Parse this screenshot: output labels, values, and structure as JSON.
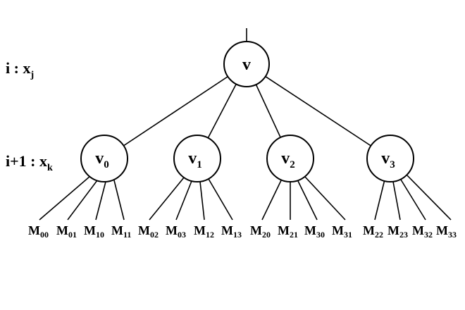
{
  "levels": [
    {
      "label": "i : x",
      "sub": "j"
    },
    {
      "label": "i+1 : x",
      "sub": "k"
    }
  ],
  "root": {
    "label": "v"
  },
  "children": [
    {
      "label": "v",
      "sub": "0",
      "leaves": [
        {
          "label": "M",
          "sub": "00"
        },
        {
          "label": "M",
          "sub": "01"
        },
        {
          "label": "M",
          "sub": "10"
        },
        {
          "label": "M",
          "sub": "11"
        }
      ]
    },
    {
      "label": "v",
      "sub": "1",
      "leaves": [
        {
          "label": "M",
          "sub": "02"
        },
        {
          "label": "M",
          "sub": "03"
        },
        {
          "label": "M",
          "sub": "12"
        },
        {
          "label": "M",
          "sub": "13"
        }
      ]
    },
    {
      "label": "v",
      "sub": "2",
      "leaves": [
        {
          "label": "M",
          "sub": "20"
        },
        {
          "label": "M",
          "sub": "21"
        },
        {
          "label": "M",
          "sub": "30"
        },
        {
          "label": "M",
          "sub": "31"
        }
      ]
    },
    {
      "label": "v",
      "sub": "3",
      "leaves": [
        {
          "label": "M",
          "sub": "22"
        },
        {
          "label": "M",
          "sub": "23"
        },
        {
          "label": "M",
          "sub": "32"
        },
        {
          "label": "M",
          "sub": "33"
        }
      ]
    }
  ]
}
